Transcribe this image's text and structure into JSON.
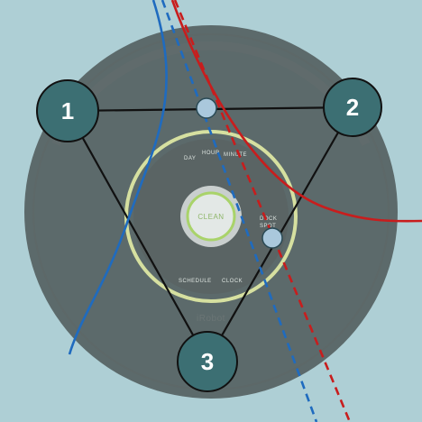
{
  "robot": {
    "brand": "iRobot",
    "clean_label": "CLEAN",
    "button_texts": [
      "DAY",
      "HOUR",
      "MINUTE",
      "SCHEDULE",
      "CLOCK",
      "DOCK",
      "SPOT"
    ]
  },
  "nodes": [
    {
      "label": "1"
    },
    {
      "label": "2"
    },
    {
      "label": "3"
    }
  ],
  "colors": {
    "background": "#aecfd5",
    "robot_body": "#535c5c",
    "node_fill": "#3c6f73",
    "blue_curve": "#1f6bbf",
    "red_curve": "#c81d1d",
    "marker_fill": "#aac8dc"
  }
}
